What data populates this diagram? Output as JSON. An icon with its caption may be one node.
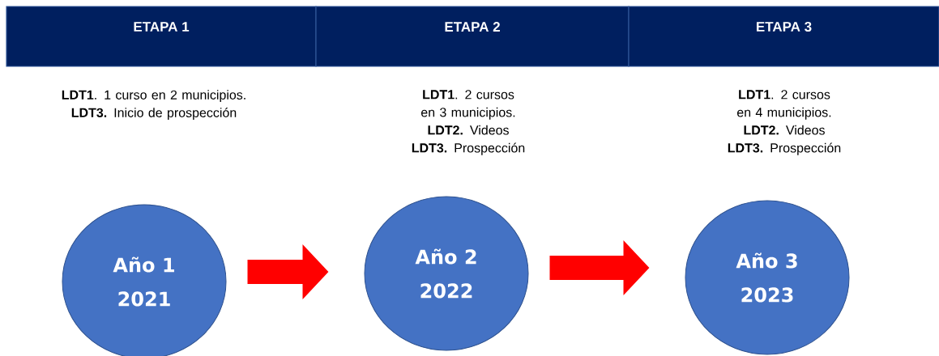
{
  "diagram": {
    "nodes": [
      {
        "text": [
          "ETAPA 1"
        ],
        "beside": [
          "**LDT1**. 1 curso en 2 municipios.",
          "**LDT3.** Inicio de prospección"
        ]
      },
      {
        "text": [
          "ETAPA 2"
        ],
        "beside": [
          "**LDT1**. 2 cursos en 3 municipios.",
          "**LDT2.** Videos",
          "**LDT3.** Prospección"
        ]
      },
      {
        "text": [
          "ETAPA 3"
        ],
        "beside": [
          "**LDT1**. 2 cursos en 4 municipios.",
          "**LDT2.** Videos",
          "**LDT3.** Prospección"
        ]
      },
      {
        "text": [
          "Año 1",
          "2021"
        ]
      },
      {
        "text": [
          "Año 2",
          "2022"
        ]
      },
      {
        "text": [
          "Año 3",
          "2023"
        ]
      }
    ],
    "edges": [
      {
        "from": 3,
        "to": 4,
        "arrow": "to"
      },
      {
        "from": 4,
        "to": 5,
        "arrow": "to"
      }
    ]
  }
}
